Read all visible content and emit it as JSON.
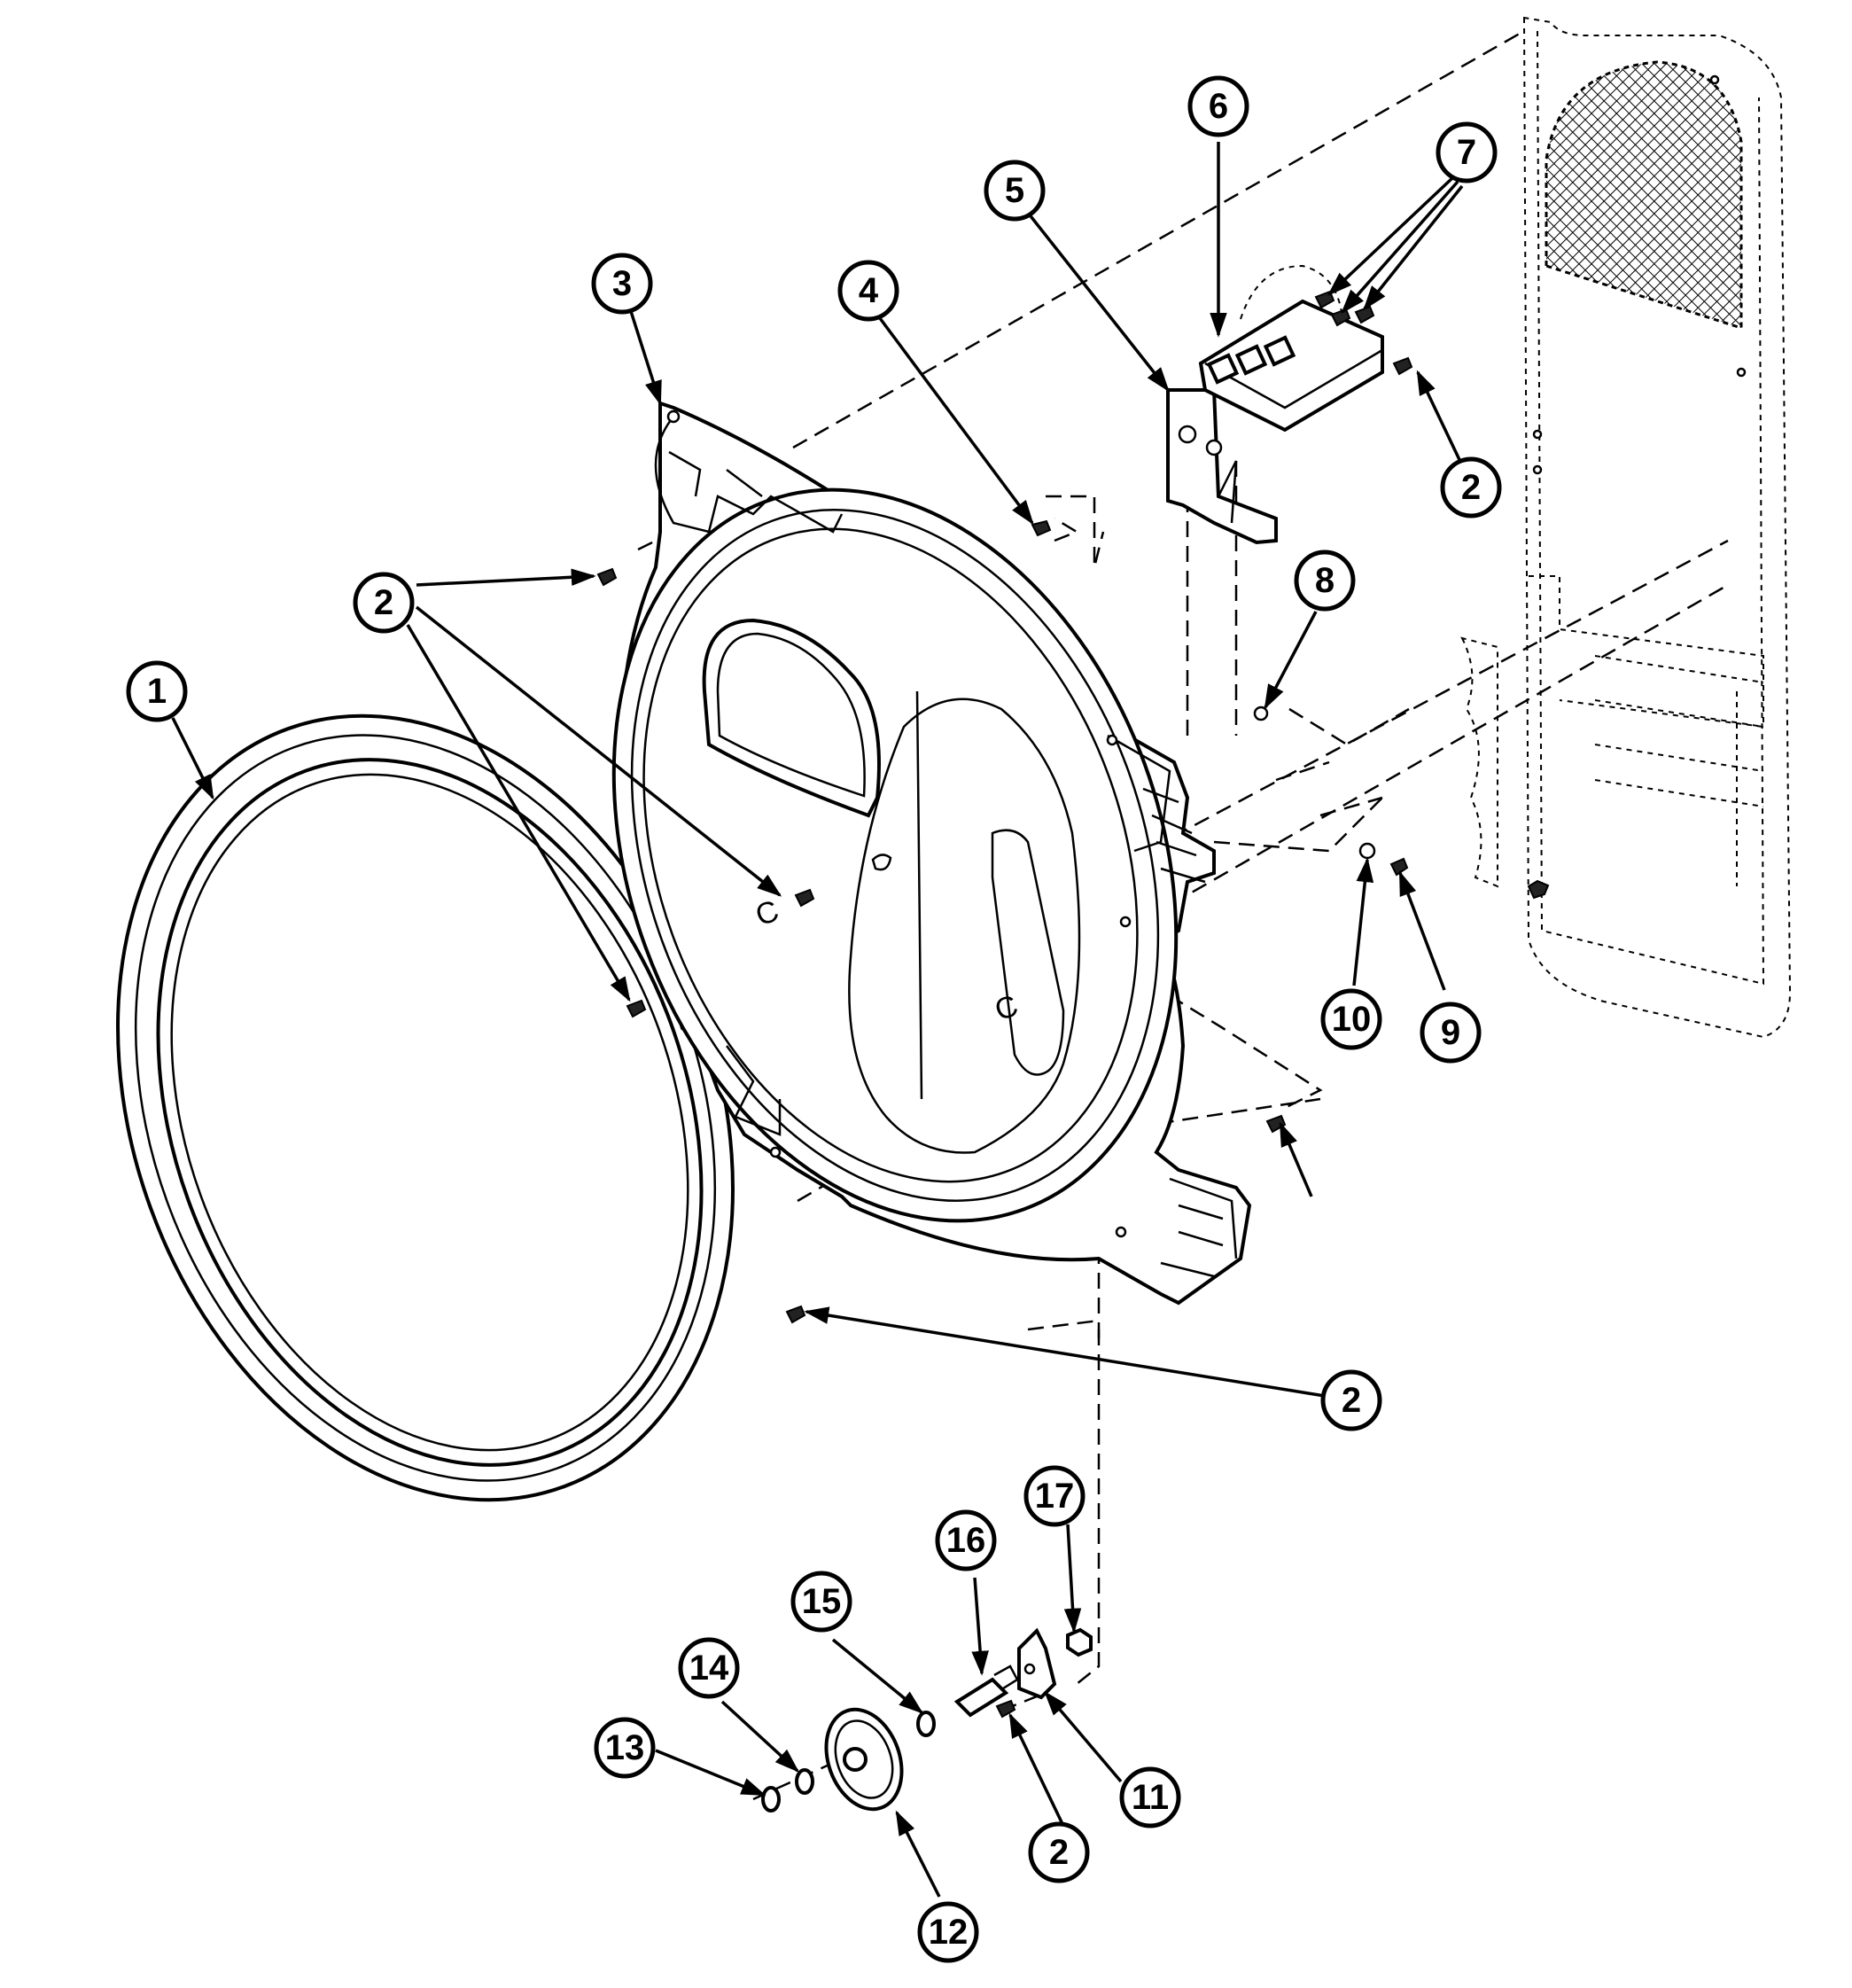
{
  "callouts": [
    {
      "id": "c1",
      "label": "1"
    },
    {
      "id": "c2a",
      "label": "2"
    },
    {
      "id": "c2b",
      "label": "2"
    },
    {
      "id": "c2c",
      "label": "2"
    },
    {
      "id": "c2d",
      "label": "2"
    },
    {
      "id": "c3",
      "label": "3"
    },
    {
      "id": "c4",
      "label": "4"
    },
    {
      "id": "c5",
      "label": "5"
    },
    {
      "id": "c6",
      "label": "6"
    },
    {
      "id": "c7",
      "label": "7"
    },
    {
      "id": "c8",
      "label": "8"
    },
    {
      "id": "c9",
      "label": "9"
    },
    {
      "id": "c10",
      "label": "10"
    },
    {
      "id": "c11",
      "label": "11"
    },
    {
      "id": "c12",
      "label": "12"
    },
    {
      "id": "c13",
      "label": "13"
    },
    {
      "id": "c14",
      "label": "14"
    },
    {
      "id": "c15",
      "label": "15"
    },
    {
      "id": "c16",
      "label": "16"
    },
    {
      "id": "c17",
      "label": "17"
    }
  ],
  "bulkhead_marks": [
    "C",
    "C"
  ]
}
